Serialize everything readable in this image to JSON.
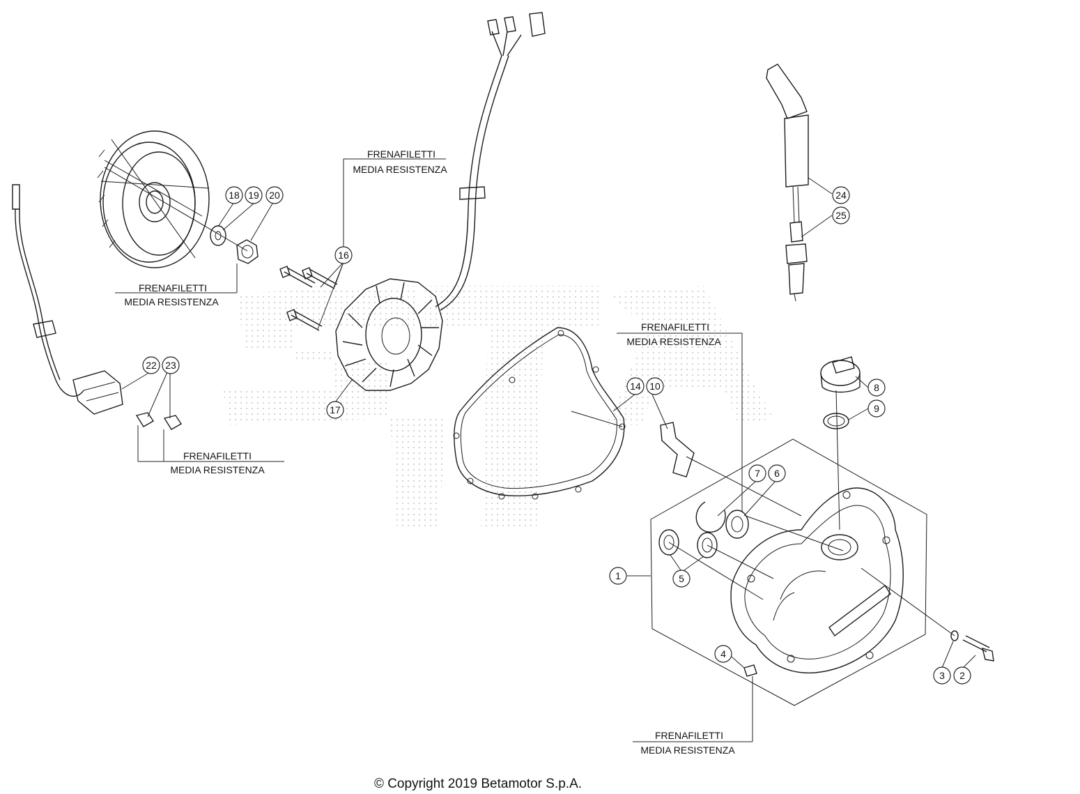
{
  "note": {
    "line1": "FRENAFILETTI",
    "line2": "MEDIA RESISTENZA"
  },
  "callouts": {
    "c1": "1",
    "c2": "2",
    "c3": "3",
    "c4": "4",
    "c5": "5",
    "c6": "6",
    "c7": "7",
    "c8": "8",
    "c9": "9",
    "c10": "10",
    "c14": "14",
    "c16": "16",
    "c17": "17",
    "c18": "18",
    "c19": "19",
    "c20": "20",
    "c22": "22",
    "c23": "23",
    "c24": "24",
    "c25": "25"
  },
  "footer": {
    "copyright": "© Copyright 2019 Betamotor S.p.A."
  },
  "watermark_color": "#c9c9c9",
  "line_color": "#1a1a1a"
}
